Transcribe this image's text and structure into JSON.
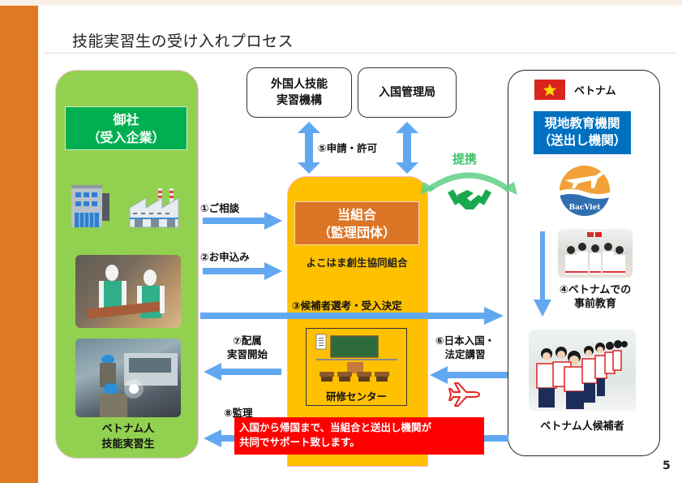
{
  "slide": {
    "title": "技能実習生の受け入れプロセス",
    "page_number": "5"
  },
  "colors": {
    "accent_orange": "#e07a22",
    "company_panel": "#92d050",
    "company_label": "#00b050",
    "union_panel": "#ffc000",
    "union_label": "#dd7526",
    "vietnam_label": "#0070c0",
    "arrow_blue": "#62a8f0",
    "highlight_red": "#ff0000",
    "partnership_green": "#3cc46a"
  },
  "company": {
    "label_line1": "御社",
    "label_line2": "（受入企業）",
    "icons": [
      "office-building-icon",
      "factory-icon"
    ],
    "photos": [
      "food-factory-workers-photo",
      "welding-worker-photo"
    ],
    "trainees_line1": "ベトナム人",
    "trainees_line2": "技能実習生"
  },
  "authorities": {
    "otit_line1": "外国人技能",
    "otit_line2": "実習機構",
    "immigration": "入国管理局",
    "application_label": "⑤申請・許可"
  },
  "union": {
    "label_line1": "当組合",
    "label_line2": "（監理団体）",
    "name": "よこはま創生協同組合",
    "training_center": "研修センター"
  },
  "vietnam": {
    "country": "ベトナム",
    "flag_icon": "vietnam-flag-icon",
    "label_line1": "現地教育機関",
    "label_line2": "（送出し機関）",
    "logo_text": "BacViet",
    "pre_education_line1": "④ベトナムでの",
    "pre_education_line2": "事前教育",
    "candidates": "ベトナム人候補者"
  },
  "partnership": {
    "label": "提携",
    "icon": "handshake-icon"
  },
  "steps": {
    "s1": "①ご相談",
    "s2": "②お申込み",
    "s3": "③候補者選考・受入決定",
    "s6_line1": "⑥日本入国・",
    "s6_line2": "法定講習",
    "s7_line1": "⑦配属",
    "s7_line2": "実習開始",
    "s8": "⑧監理"
  },
  "support_note": {
    "line1": "入国から帰国まで、当組合と送出し機関が",
    "line2": "共同でサポート致します。"
  }
}
